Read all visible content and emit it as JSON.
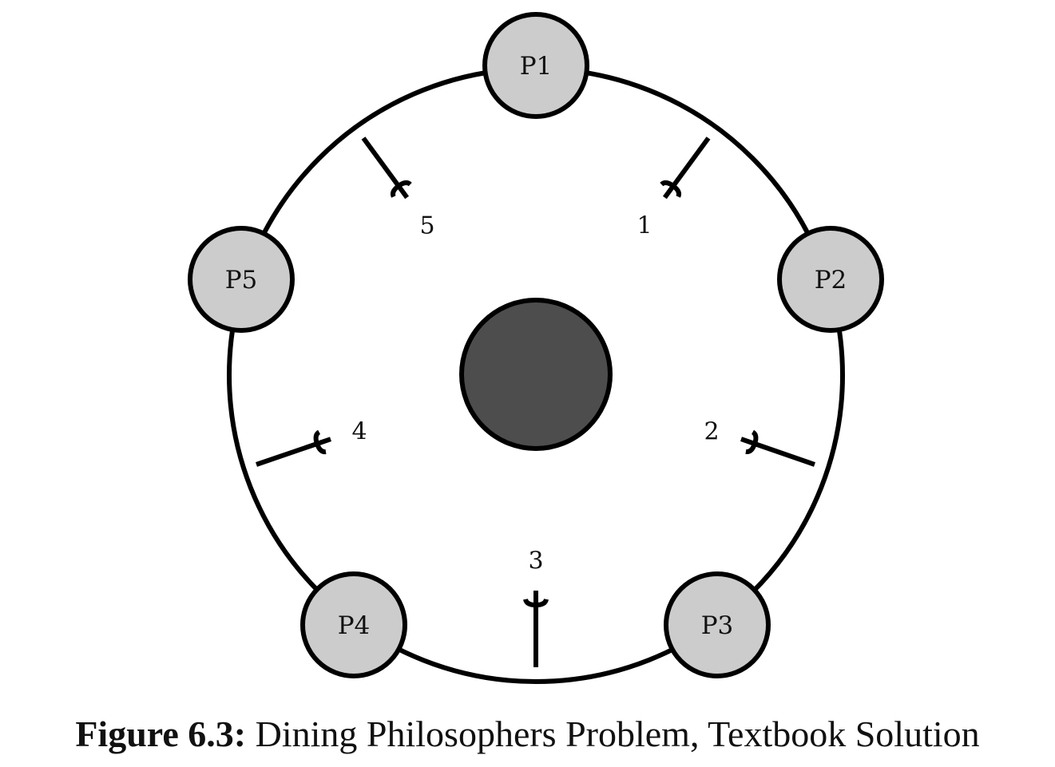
{
  "diagram": {
    "philosophers": [
      {
        "id": "p1",
        "label": "P1"
      },
      {
        "id": "p2",
        "label": "P2"
      },
      {
        "id": "p3",
        "label": "P3"
      },
      {
        "id": "p4",
        "label": "P4"
      },
      {
        "id": "p5",
        "label": "P5"
      }
    ],
    "forks": [
      {
        "id": "f1",
        "label": "1"
      },
      {
        "id": "f2",
        "label": "2"
      },
      {
        "id": "f3",
        "label": "3"
      },
      {
        "id": "f4",
        "label": "4"
      },
      {
        "id": "f5",
        "label": "5"
      }
    ],
    "colors": {
      "outline": "#000000",
      "philosopher_fill": "#cccccc",
      "center_bowl_fill": "#4d4d4d",
      "background": "#ffffff"
    }
  },
  "caption": {
    "prefix": "Figure 6.3:",
    "text": "Dining Philosophers Problem, Textbook Solution"
  }
}
